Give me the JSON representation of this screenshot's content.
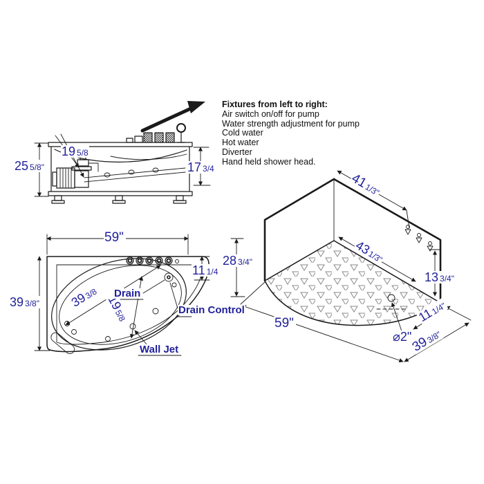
{
  "colors": {
    "dimension_text": "#1f1f99",
    "line_art": "#1a1a1a",
    "background": "#ffffff"
  },
  "note": {
    "title": "Fixtures from left to right:",
    "lines": [
      "Air switch on/off for pump",
      "Water strength adjustment for pump",
      "Cold water",
      "Hot water",
      "Diverter",
      "Hand held shower head."
    ]
  },
  "side_view": {
    "overall_height": {
      "num": "25",
      "frac": "5/8\""
    },
    "fixture_offset": {
      "num": "19",
      "frac": "5/8"
    },
    "inner_height": {
      "num": "17",
      "frac": "3/4"
    }
  },
  "plan_view": {
    "width": {
      "num": "59\"",
      "frac": ""
    },
    "depth": {
      "num": "39",
      "frac": "3/8\""
    },
    "right_edge": {
      "num": "11",
      "frac": "1/4"
    },
    "bowl_length": {
      "num": "39",
      "frac": "3/8"
    },
    "bowl_width": {
      "num": "19",
      "frac": "5/8"
    },
    "drain_label": "Drain",
    "drain_control_label": "Drain Control",
    "wall_jet_label": "Wall Jet"
  },
  "iso_view": {
    "top_edge": {
      "num": "41",
      "frac": "1/3\""
    },
    "wall_height": {
      "num": "28",
      "frac": "3/4\""
    },
    "floor_diagonal": {
      "num": "43",
      "frac": "1/3\""
    },
    "jet_height": {
      "num": "13",
      "frac": "3/4\""
    },
    "front_edge": {
      "num": "59\"",
      "frac": ""
    },
    "right_front_edge": {
      "num": "11",
      "frac": "1/4\""
    },
    "side_edge": {
      "num": "39",
      "frac": "3/8\""
    },
    "drain_diameter": {
      "num": "⌀2\"",
      "frac": ""
    }
  }
}
